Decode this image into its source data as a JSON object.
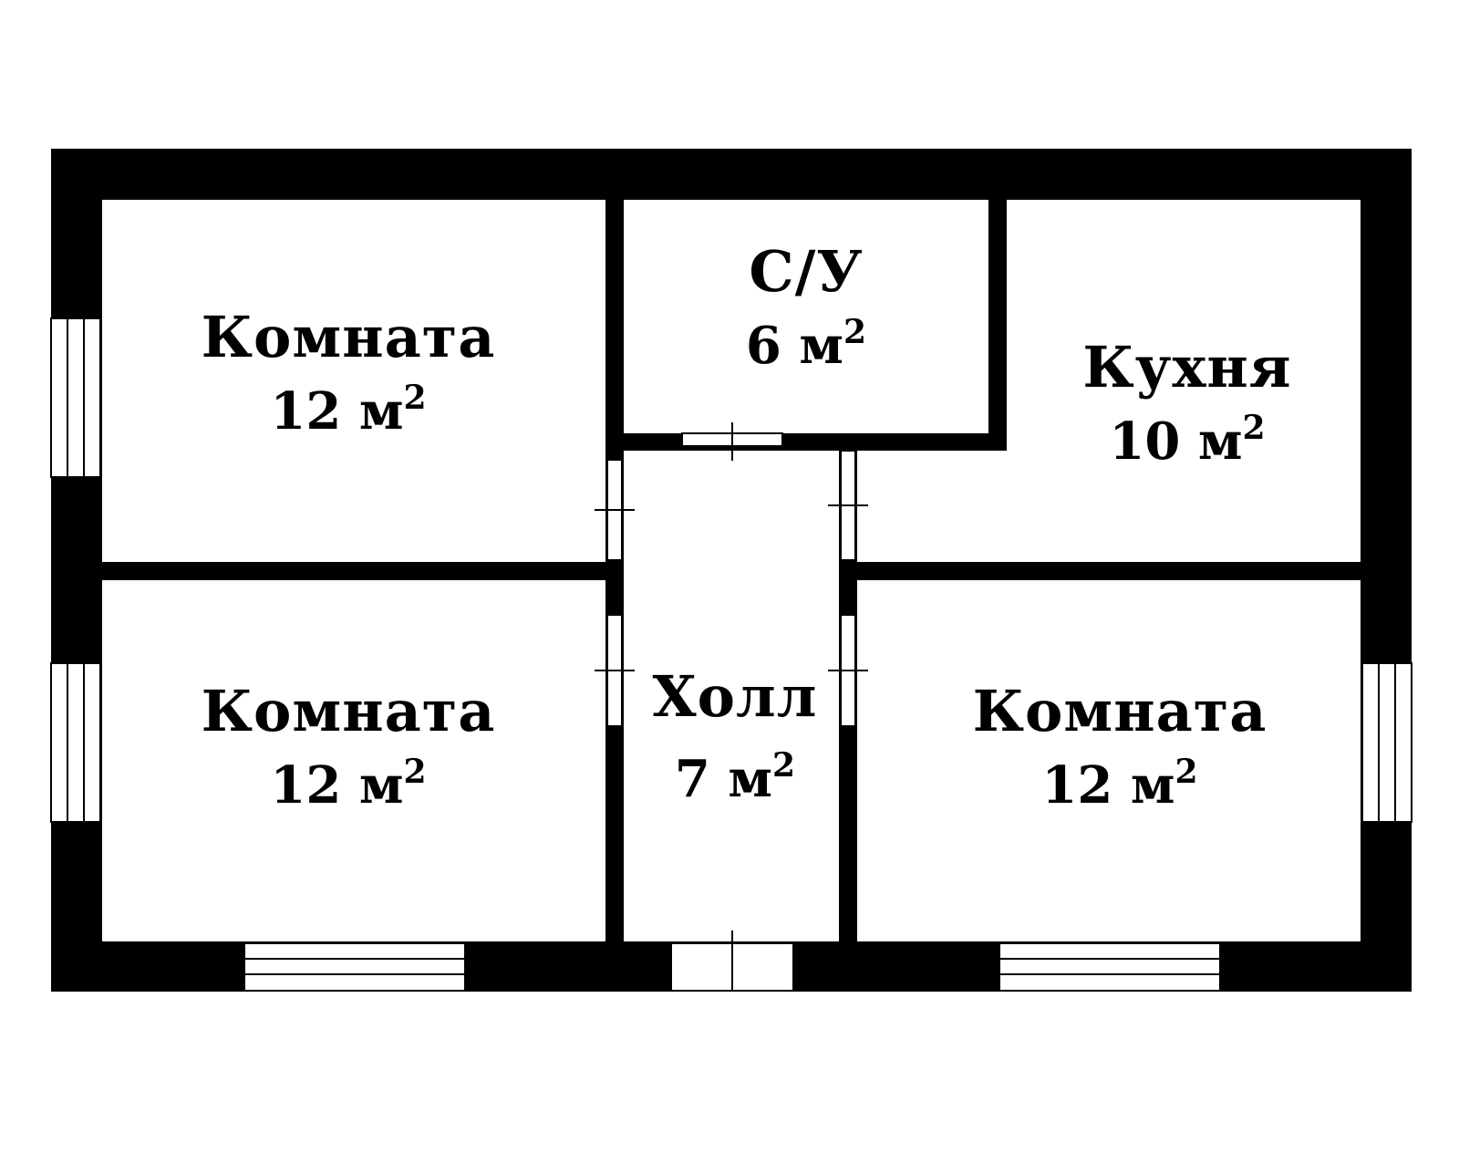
{
  "colors": {
    "wall": "#000000",
    "floor": "#ffffff",
    "opening": "#ffffff"
  },
  "rooms": [
    {
      "id": "room-top-left",
      "name": "Комната",
      "area_value": "12",
      "area_unit": "м",
      "area_sup": "2"
    },
    {
      "id": "bathroom",
      "name": "С/У",
      "area_value": "6",
      "area_unit": "м",
      "area_sup": "2"
    },
    {
      "id": "kitchen",
      "name": "Кухня",
      "area_value": "10",
      "area_unit": "м",
      "area_sup": "2"
    },
    {
      "id": "room-bottom-left",
      "name": "Комната",
      "area_value": "12",
      "area_unit": "м",
      "area_sup": "2"
    },
    {
      "id": "hall",
      "name": "Холл",
      "area_value": "7",
      "area_unit": "м",
      "area_sup": "2"
    },
    {
      "id": "room-bottom-right",
      "name": "Комната",
      "area_value": "12",
      "area_unit": "м",
      "area_sup": "2"
    }
  ]
}
